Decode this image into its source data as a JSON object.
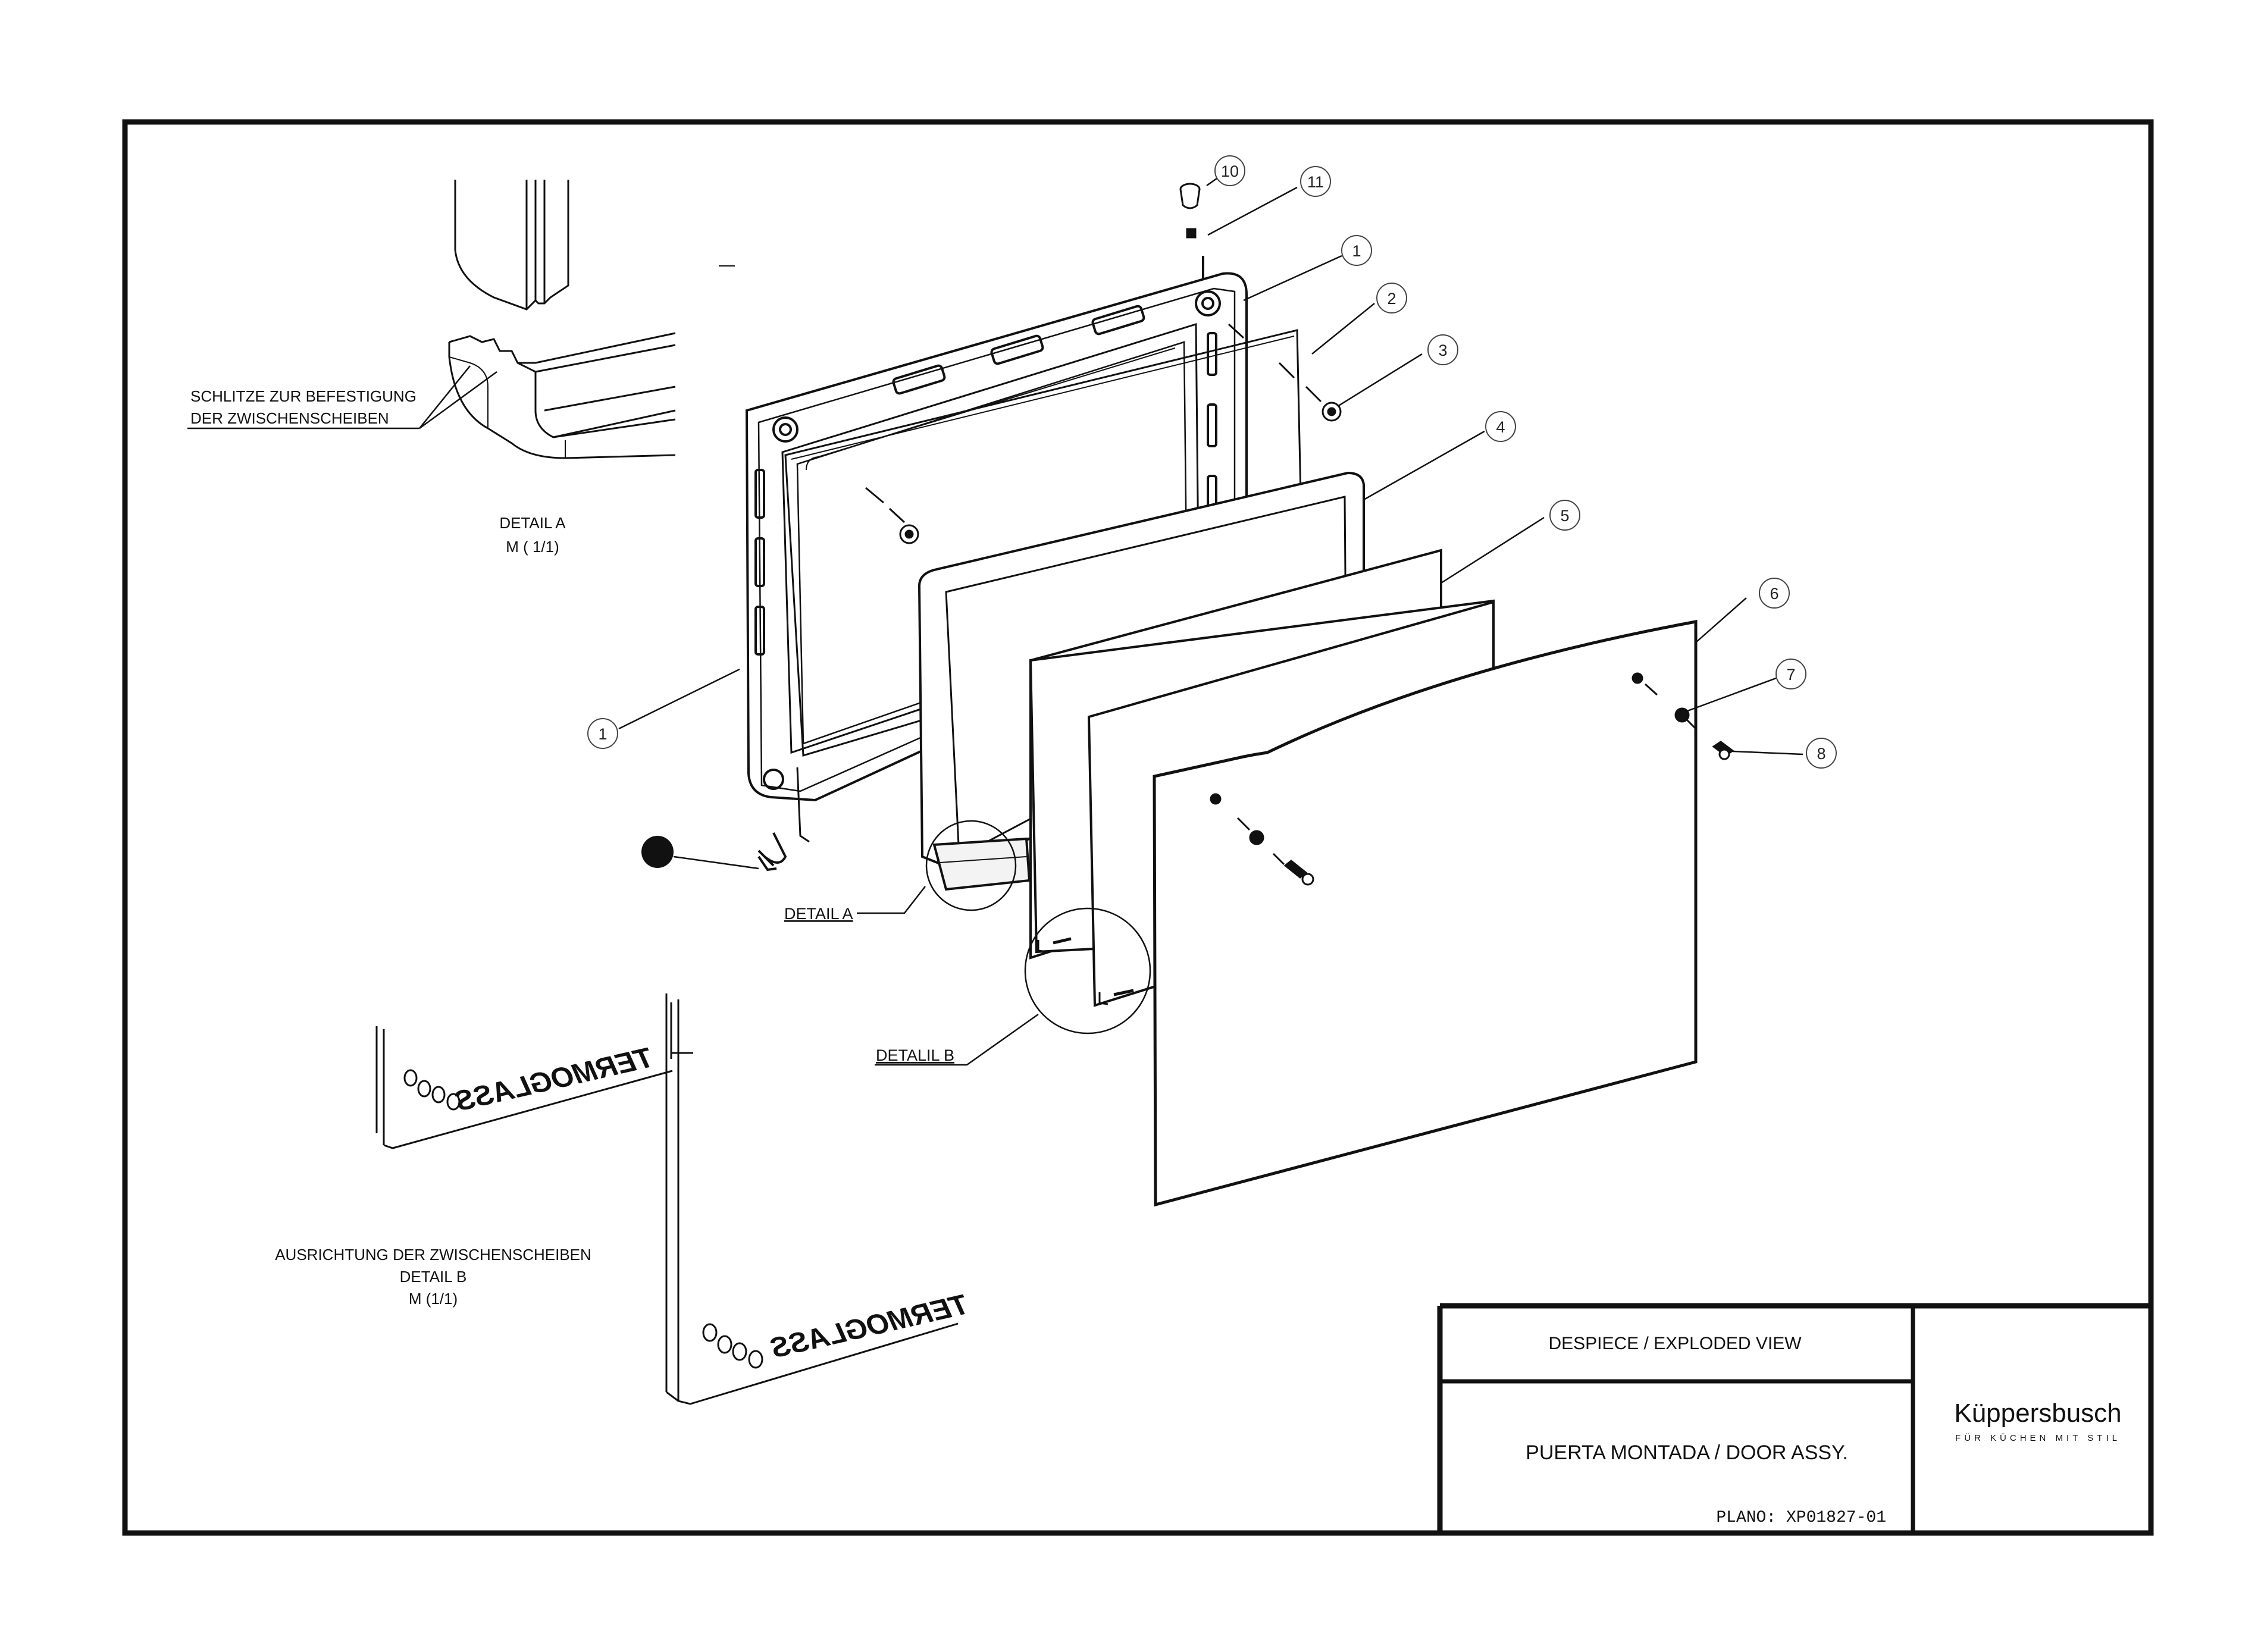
{
  "labels": {
    "detail_a_callout": "SCHLITZE ZUR BEFESTIGUNG",
    "detail_a_callout_2": "DER ZWISCHENSCHEIBEN",
    "detail_a_title": "DETAIL A",
    "detail_a_scale": "M ( 1/1)",
    "detail_a_ref": "DETAIL A",
    "detail_b_ref": "DETALIL B",
    "detail_b_desc": "AUSRICHTUNG DER ZWISCHENSCHEIBEN",
    "detail_b_title": "DETAIL  B",
    "detail_b_scale": "M (1/1)",
    "glass_brand": "TERMOGLASS"
  },
  "balloons": [
    "10",
    "11",
    "1",
    "2",
    "3",
    "4",
    "5",
    "6",
    "7",
    "8",
    "1"
  ],
  "title_block": {
    "view": "DESPIECE / EXPLODED VIEW",
    "name": "PUERTA MONTADA / DOOR ASSY.",
    "plano": "PLANO: XP01827-01",
    "brand": "Küppersbusch",
    "tagline": "FÜR KÜCHEN MIT STIL"
  },
  "colors": {
    "line": "#111111",
    "frame": "#1a1a1a",
    "fill": "#ffffff",
    "shade": "#e6e6e6"
  }
}
